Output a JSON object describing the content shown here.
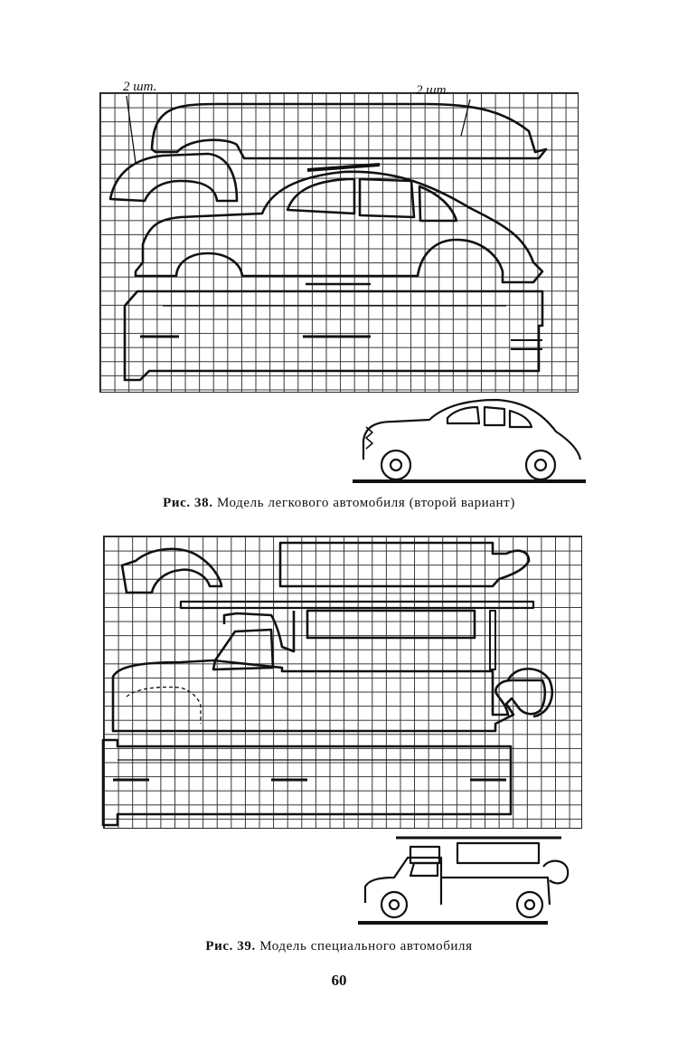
{
  "figure38": {
    "label": "Рис. 38.",
    "caption": "Модель легкового автомобиля (второй вариант)",
    "note_left": "2 шт.",
    "note_right": "2 шт."
  },
  "figure39": {
    "label": "Рис. 39.",
    "caption": "Модель специального автомобиля"
  },
  "page_number": "60"
}
